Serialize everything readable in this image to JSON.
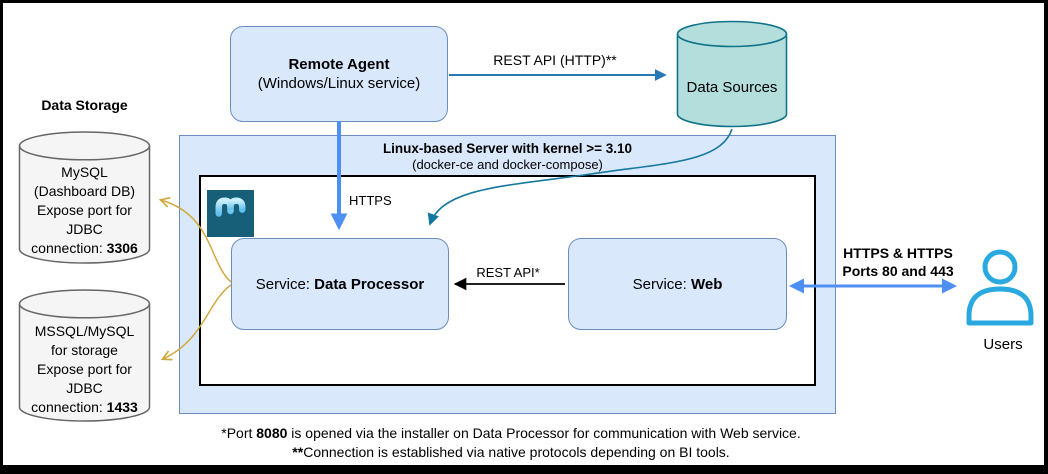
{
  "nodes": {
    "remote_agent": {
      "title": "Remote Agent",
      "subtitle": "(Windows/Linux service)"
    },
    "data_sources": {
      "label": "Data Sources"
    },
    "server": {
      "title": "Linux-based Server with kernel >= 3.10",
      "subtitle": "(docker-ce and docker-compose)"
    },
    "data_processor": {
      "prefix": "Service: ",
      "name": "Data Processor"
    },
    "web": {
      "prefix": "Service: ",
      "name": "Web"
    },
    "users": {
      "label": "Users"
    }
  },
  "storage": {
    "heading": "Data Storage",
    "mysql": {
      "lines": [
        "MySQL",
        "(Dashboard DB)",
        "Expose port for",
        "JDBC"
      ],
      "port_prefix": "connection: ",
      "port": "3306"
    },
    "mssql": {
      "lines": [
        "MSSQL/MySQL",
        "for storage",
        "Expose port for",
        "JDBC"
      ],
      "port_prefix": "connection: ",
      "port": "1433"
    }
  },
  "edges": {
    "rest_api_http": "REST API (HTTP)**",
    "https": "HTTPS",
    "rest_api": "REST API*",
    "https_ports": {
      "line1": "HTTPS & HTTPS",
      "line2": "Ports 80 and 443"
    }
  },
  "footnotes": {
    "line1_pre": "*Port ",
    "line1_bold": "8080",
    "line1_post": " is opened via the installer on Data Processor for communication with Web service.",
    "line2_bold": "**",
    "line2_text": "Connection is established via native protocols depending on BI tools."
  },
  "icons": {
    "logo": "m-logo",
    "users": "person-icon",
    "data_sources": "database-cylinder-icon",
    "data_storage": "database-cylinder-icon"
  },
  "colors": {
    "node_fill": "#dae8fc",
    "node_border": "#6c8ebf",
    "teal_fill": "#b3dedc",
    "teal_border": "#0f7489",
    "gray_fill": "#f5f5f5",
    "gray_border": "#666666",
    "blue_arrow": "#4d8ff2",
    "steel_arrow": "#2579b5",
    "teal_arrow": "#15799f",
    "yellow_arrow": "#d0a93e",
    "black_arrow": "#000000",
    "users_icon": "#29a9e0",
    "logo_bg": "#175e78",
    "logo_glyph": "#8ed6f3"
  }
}
